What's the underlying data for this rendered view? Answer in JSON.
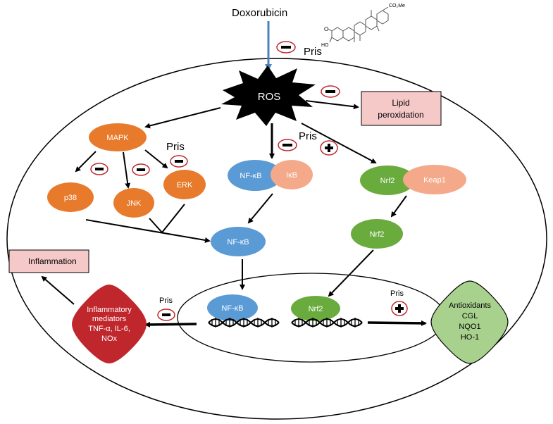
{
  "drug": "Doxorubicin",
  "ros": "ROS",
  "pris": "Pris",
  "lipid": [
    "Lipid",
    "peroxidation"
  ],
  "mapk": "MAPK",
  "p38": "p38",
  "jnk": "JNK",
  "erk": "ERK",
  "nfkb": "NF-κB",
  "ikb": "IκB",
  "nrf2": "Nrf2",
  "keap1": "Keap1",
  "inflammation": "Inflammation",
  "inflammatory_mediators": [
    "Inflammatory",
    "mediators",
    "TNF-α, IL-6,",
    "NOx"
  ],
  "antioxidants": [
    "Antioxidants",
    "CGL",
    "NQO1",
    "HO-1"
  ],
  "structure": {
    "co2me": "CO₂Me",
    "oxo": "O",
    "hydroxy": "HO"
  },
  "colors": {
    "orange": "#e87a2c",
    "blue": "#5b9bd5",
    "green": "#6aab3e",
    "salmon": "#f4a98a",
    "red": "#c0272d",
    "lightgreen": "#a9d18e",
    "pink": "#f6c9c9",
    "arrow_blue": "#4f81bd"
  },
  "icons": {
    "inhibit": "minus-icon",
    "activate": "plus-icon"
  }
}
